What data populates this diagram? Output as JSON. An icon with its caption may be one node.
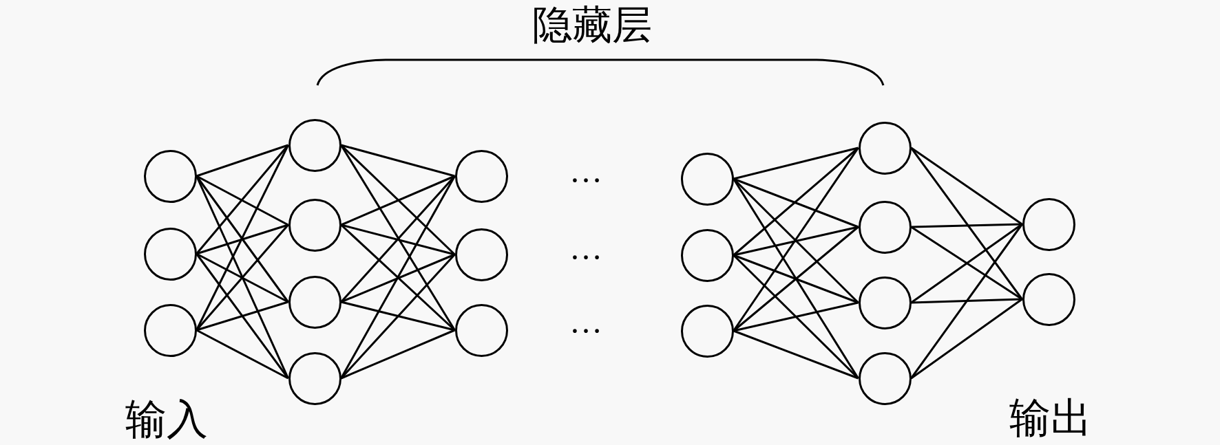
{
  "diagram": {
    "nodes": [
      {
        "text": [],
        "shape": "circle"
      },
      {
        "text": [],
        "shape": "circle"
      },
      {
        "text": [],
        "shape": "circle"
      },
      {
        "text": [],
        "shape": "circle"
      },
      {
        "text": [],
        "shape": "circle"
      },
      {
        "text": [],
        "shape": "circle"
      },
      {
        "text": [],
        "shape": "circle"
      },
      {
        "text": [],
        "shape": "circle"
      },
      {
        "text": [],
        "shape": "circle"
      },
      {
        "text": [],
        "shape": "circle"
      },
      {
        "text": [],
        "shape": "circle"
      },
      {
        "text": [],
        "shape": "circle"
      },
      {
        "text": [],
        "shape": "circle"
      },
      {
        "text": [],
        "shape": "circle"
      },
      {
        "text": [],
        "shape": "circle"
      },
      {
        "text": [],
        "shape": "circle"
      },
      {
        "text": [],
        "shape": "circle"
      },
      {
        "text": [],
        "shape": "circle"
      },
      {
        "text": [],
        "shape": "circle"
      }
    ],
    "edges": [
      {
        "from": 0,
        "to": 3,
        "arrow": "none"
      },
      {
        "from": 0,
        "to": 4,
        "arrow": "none"
      },
      {
        "from": 0,
        "to": 5,
        "arrow": "none"
      },
      {
        "from": 0,
        "to": 6,
        "arrow": "none"
      },
      {
        "from": 1,
        "to": 3,
        "arrow": "none"
      },
      {
        "from": 1,
        "to": 4,
        "arrow": "none"
      },
      {
        "from": 1,
        "to": 5,
        "arrow": "none"
      },
      {
        "from": 1,
        "to": 6,
        "arrow": "none"
      },
      {
        "from": 2,
        "to": 3,
        "arrow": "none"
      },
      {
        "from": 2,
        "to": 4,
        "arrow": "none"
      },
      {
        "from": 2,
        "to": 5,
        "arrow": "none"
      },
      {
        "from": 2,
        "to": 6,
        "arrow": "none"
      },
      {
        "from": 3,
        "to": 7,
        "arrow": "none"
      },
      {
        "from": 3,
        "to": 8,
        "arrow": "none"
      },
      {
        "from": 3,
        "to": 9,
        "arrow": "none"
      },
      {
        "from": 4,
        "to": 7,
        "arrow": "none"
      },
      {
        "from": 4,
        "to": 8,
        "arrow": "none"
      },
      {
        "from": 4,
        "to": 9,
        "arrow": "none"
      },
      {
        "from": 5,
        "to": 7,
        "arrow": "none"
      },
      {
        "from": 5,
        "to": 8,
        "arrow": "none"
      },
      {
        "from": 5,
        "to": 9,
        "arrow": "none"
      },
      {
        "from": 6,
        "to": 7,
        "arrow": "none"
      },
      {
        "from": 6,
        "to": 8,
        "arrow": "none"
      },
      {
        "from": 6,
        "to": 9,
        "arrow": "none"
      },
      {
        "from": 10,
        "to": 13,
        "arrow": "none"
      },
      {
        "from": 10,
        "to": 14,
        "arrow": "none"
      },
      {
        "from": 10,
        "to": 15,
        "arrow": "none"
      },
      {
        "from": 10,
        "to": 16,
        "arrow": "none"
      },
      {
        "from": 11,
        "to": 13,
        "arrow": "none"
      },
      {
        "from": 11,
        "to": 14,
        "arrow": "none"
      },
      {
        "from": 11,
        "to": 15,
        "arrow": "none"
      },
      {
        "from": 11,
        "to": 16,
        "arrow": "none"
      },
      {
        "from": 12,
        "to": 13,
        "arrow": "none"
      },
      {
        "from": 12,
        "to": 14,
        "arrow": "none"
      },
      {
        "from": 12,
        "to": 15,
        "arrow": "none"
      },
      {
        "from": 12,
        "to": 16,
        "arrow": "none"
      },
      {
        "from": 13,
        "to": 17,
        "arrow": "none"
      },
      {
        "from": 13,
        "to": 18,
        "arrow": "none"
      },
      {
        "from": 14,
        "to": 17,
        "arrow": "none"
      },
      {
        "from": 14,
        "to": 18,
        "arrow": "none"
      },
      {
        "from": 15,
        "to": 17,
        "arrow": "none"
      },
      {
        "from": 15,
        "to": 18,
        "arrow": "none"
      },
      {
        "from": 16,
        "to": 17,
        "arrow": "none"
      },
      {
        "from": 16,
        "to": 18,
        "arrow": "none"
      }
    ],
    "labels": [
      "隐藏层",
      "…",
      "…",
      "…",
      "输入",
      "输出"
    ]
  }
}
